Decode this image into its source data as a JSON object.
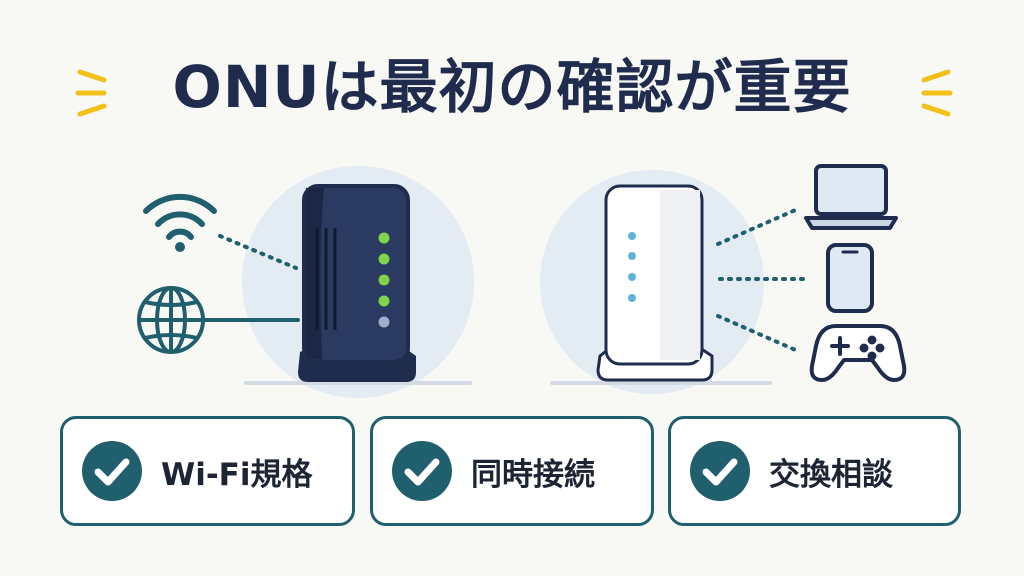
{
  "title": "ONUは最初の確認が重要",
  "colors": {
    "navy": "#1f2c4d",
    "teal": "#1f5f6e",
    "accent_yellow": "#f2c21b",
    "led_green": "#7ed34a",
    "router_white": "#ffffff",
    "halo": "#e3ebf3"
  },
  "icons": {
    "left": [
      "wifi-icon",
      "globe-icon"
    ],
    "right": [
      "laptop-icon",
      "smartphone-icon",
      "gamepad-icon"
    ]
  },
  "checks": [
    {
      "label": "Wi-Fi規格",
      "icon": "check-circle-icon"
    },
    {
      "label": "同時接続",
      "icon": "check-circle-icon"
    },
    {
      "label": "交換相談",
      "icon": "check-circle-icon"
    }
  ]
}
